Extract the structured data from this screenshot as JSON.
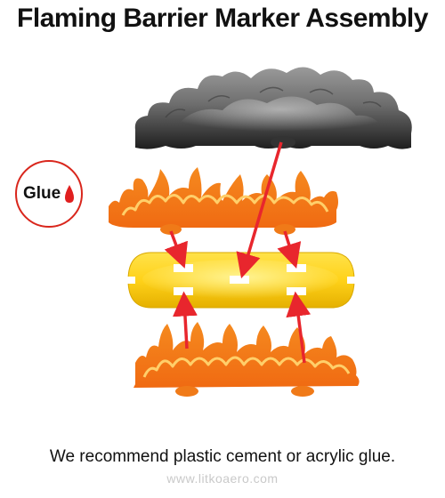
{
  "title": "Flaming Barrier Marker Assembly",
  "glue_badge": {
    "label": "Glue",
    "icon": "glue-drop-icon"
  },
  "caption": "We recommend plastic cement or acrylic glue.",
  "watermark": "www.litkoaero.com",
  "colors": {
    "smoke_dark": "#2a2a2a",
    "smoke_light": "#8a8a8a",
    "flame_outer": "#ef7a1a",
    "flame_inner": "#ffcf6a",
    "base_bar": "#f2c200",
    "arrow": "#e8262d",
    "badge_border": "#d9261c",
    "glue_drop": "#e01f1f"
  },
  "parts": [
    "smoke-cloud",
    "upper-flame-strip",
    "base-bar",
    "lower-flame-strip"
  ]
}
